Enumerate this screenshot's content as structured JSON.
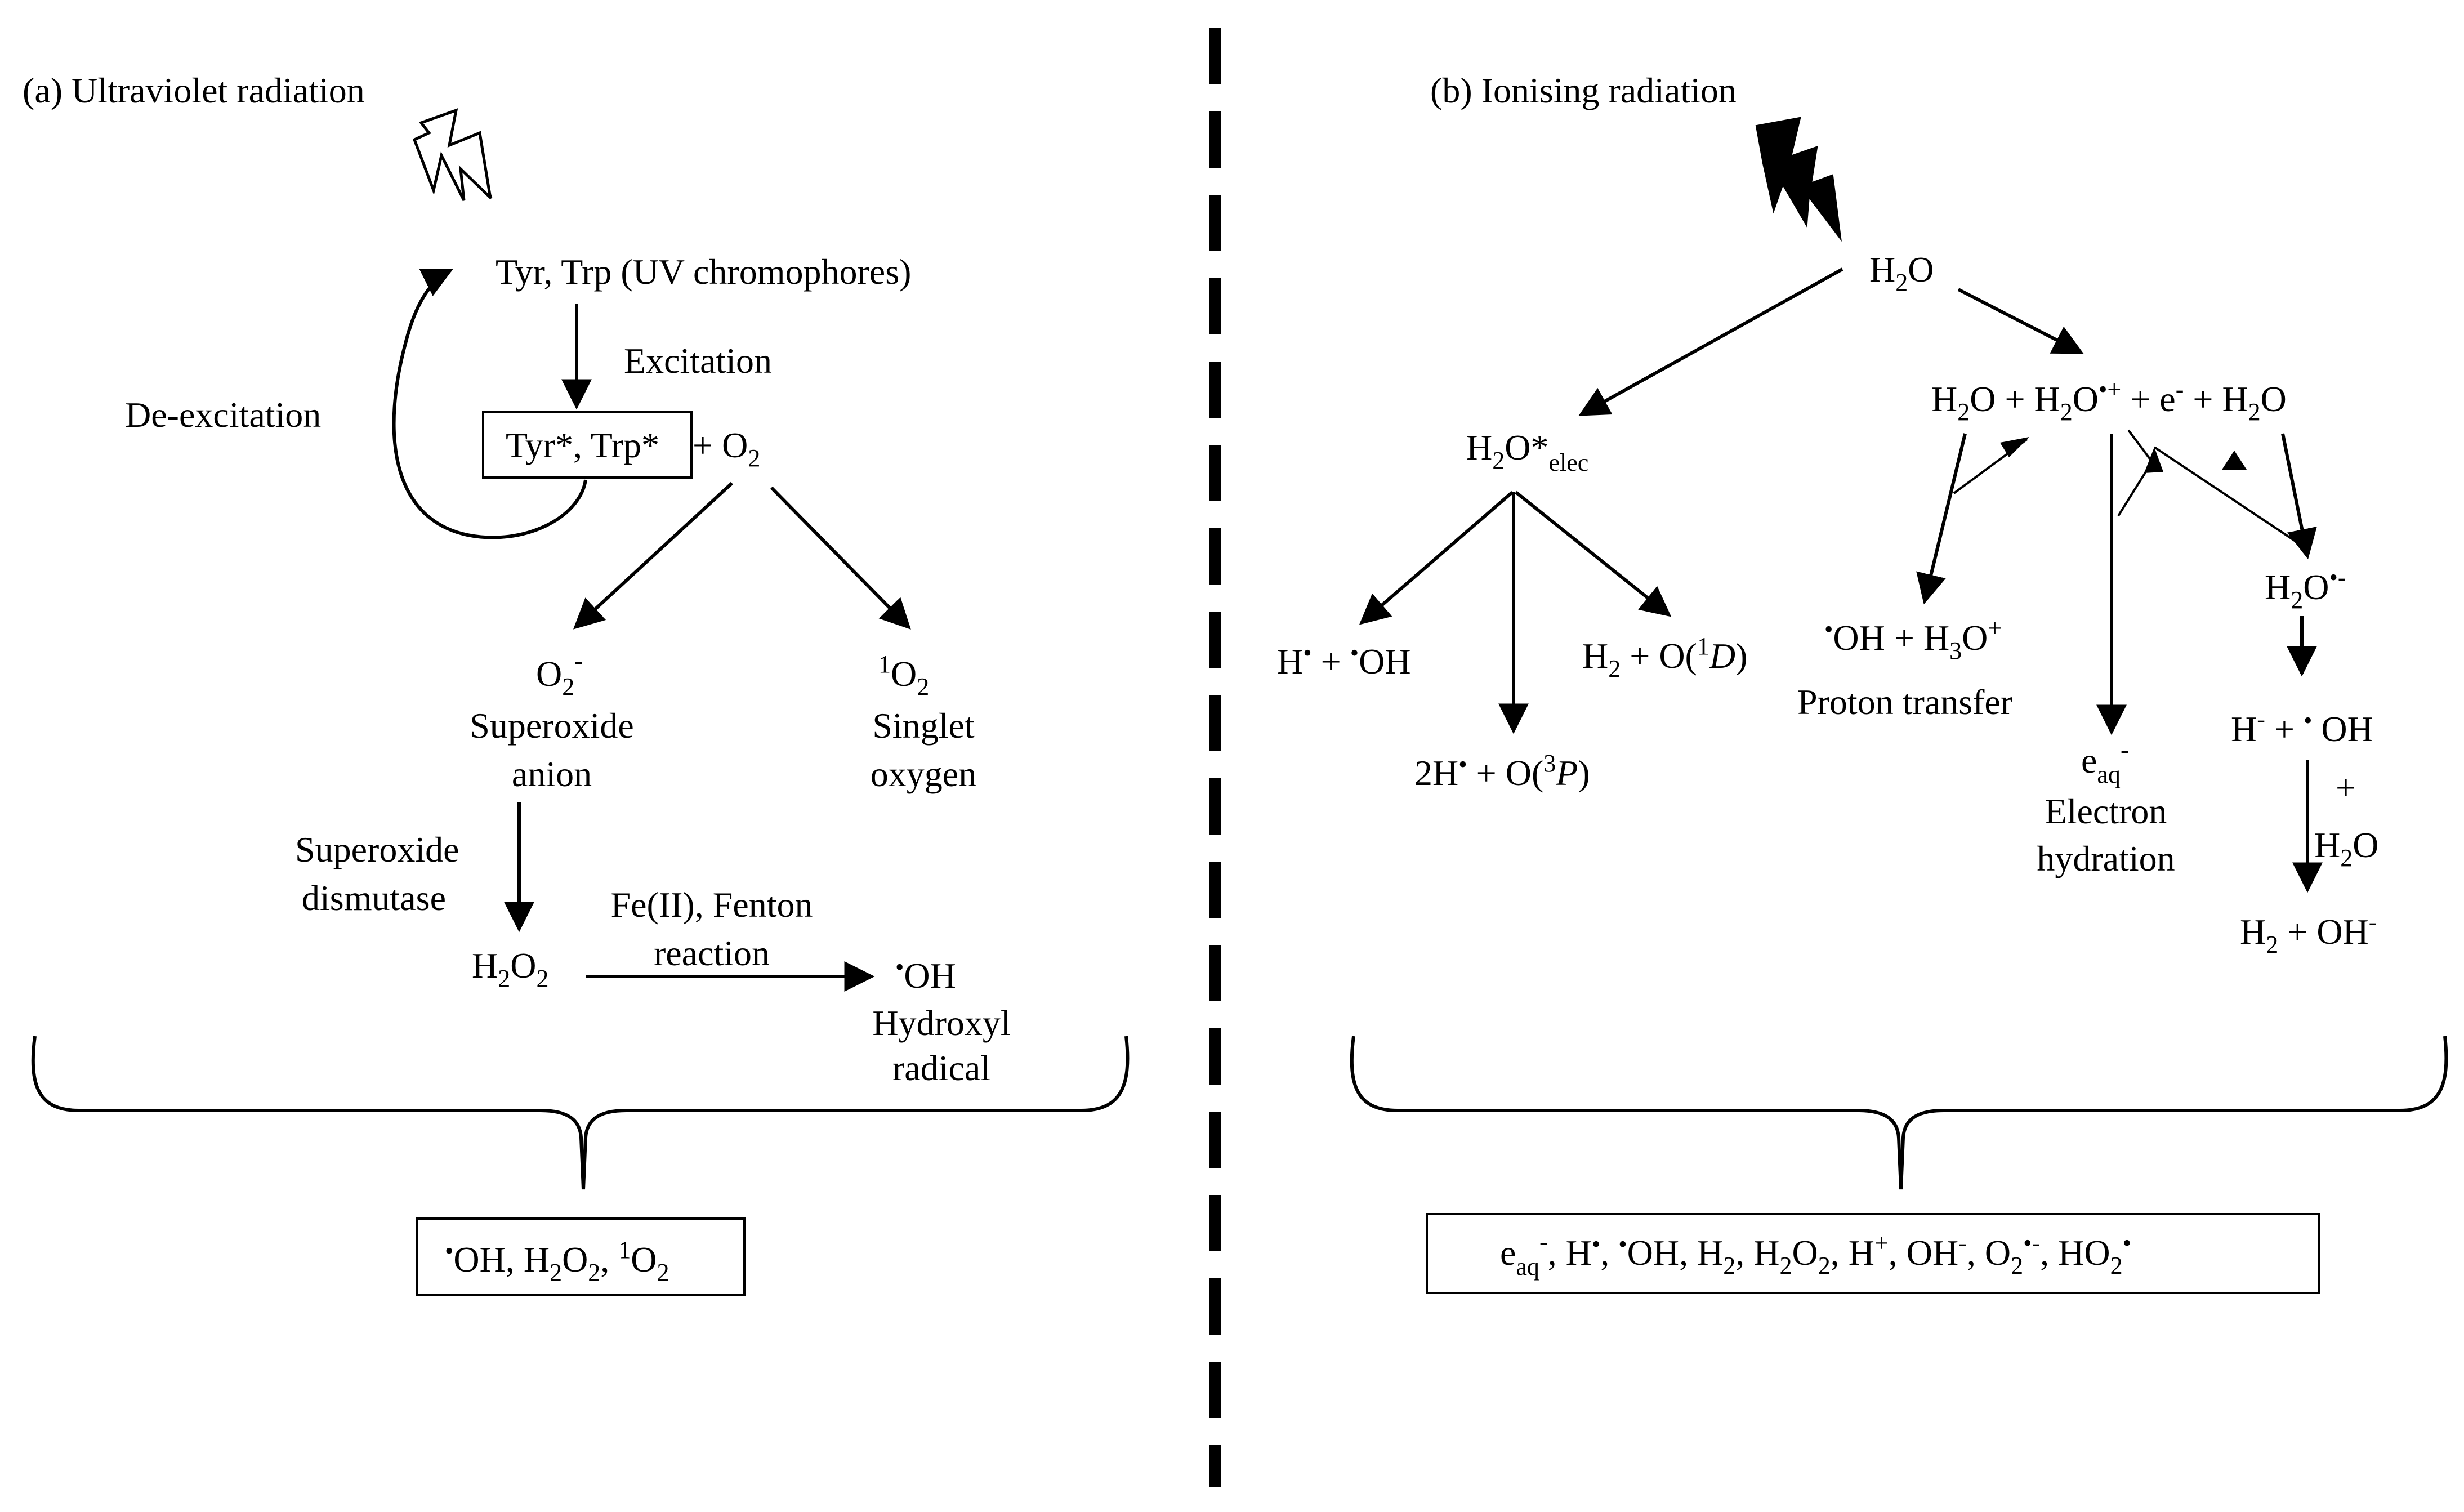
{
  "panel_a": {
    "title": "(a)  Ultraviolet radiation",
    "chromophores": "Tyr, Trp (UV chromophores)",
    "excitation": "Excitation",
    "deexcitation": "De-excitation",
    "excited_state": "Tyr*, Trp*",
    "plus_o2_prefix": "+ O",
    "two": "2",
    "superoxide_o": "O",
    "superoxide_minus": "-",
    "superoxide_line1": "Superoxide",
    "superoxide_line2": "anion",
    "singlet_sup": "1",
    "singlet_o": "O",
    "singlet_line1": "Singlet",
    "singlet_line2": "oxygen",
    "sod_line1": "Superoxide",
    "sod_line2": "dismutase",
    "h2o2_h": "H",
    "h2o2_o": "O",
    "fenton_line1": "Fe(II), Fenton",
    "fenton_line2": "reaction",
    "oh_dot": "•",
    "oh_text": "OH",
    "hydroxyl_line1": "Hydroxyl",
    "hydroxyl_line2": "radical",
    "summary": {
      "dot": "•",
      "oh": "OH, H",
      "two": "2",
      "o": "O",
      "sep": ", ",
      "sup1": "1",
      "o2": "O"
    }
  },
  "panel_b": {
    "title": "(b)  Ionising radiation",
    "water_h": "H",
    "water_two": "2",
    "water_o": "O",
    "elec_star": "O*",
    "elec_sub": "elec",
    "ionised_1": "H",
    "ionised_2": "O + H",
    "ionised_3": "O",
    "ionised_dotplus": "•+",
    "ionised_4": " + e",
    "ionised_minus": "-",
    "ionised_5": " + H",
    "ionised_6": "O",
    "hoh_h": "H",
    "hoh_dot": "•",
    "hoh_plus": " + ",
    "hoh_dot2": "•",
    "hoh_oh": "OH",
    "h2o_d_1": "H",
    "h2o_d_2": " + O(",
    "h2o_d_sup": "1",
    "h2o_d_d": "D",
    "h2o_d_close": ")",
    "twoh_1": "2H",
    "twoh_dot": "•",
    "twoh_2": " + O(",
    "twoh_sup": "3",
    "twoh_p": "P",
    "twoh_close": ")",
    "proton_dot": "•",
    "proton_1": "OH + H",
    "proton_sub": "3",
    "proton_2": "O",
    "proton_sup": "+",
    "proton_label": "Proton transfer",
    "eaq_e": "e",
    "eaq_sub": "aq",
    "eaq_sup": "-",
    "eaq_line1": "Electron",
    "eaq_line2": "hydration",
    "h2o_anion_h": "H",
    "h2o_anion_o": "O",
    "h2o_anion_sup": "•-",
    "hminus_h": "H",
    "hminus_sup": "-",
    "hminus_rest": " + ",
    "hminus_dot": "•",
    "hminus_oh": " OH",
    "plus": "+",
    "plus_h2o_h": "H",
    "plus_h2o_o": "O",
    "final_h": "H",
    "final_rest": " + OH",
    "final_sup": "-",
    "summary": {
      "e": "e",
      "aq": "aq",
      "m1": "-",
      "t1": ", H",
      "dot1": "•",
      "t2": ", ",
      "dot2": "•",
      "t3": "OH, H",
      "s2a": "2",
      "t4": ", H",
      "s2b": "2",
      "t5": "O",
      "s2c": "2",
      "t6": ", H",
      "p1": "+",
      "t7": ", OH",
      "m2": "-",
      "t8": ", O",
      "s2d": "2",
      "dotm": "•-",
      "t9": ", HO",
      "s2e": "2",
      "dot3": "•"
    }
  },
  "colors": {
    "ink": "#000000",
    "background": "#ffffff"
  }
}
